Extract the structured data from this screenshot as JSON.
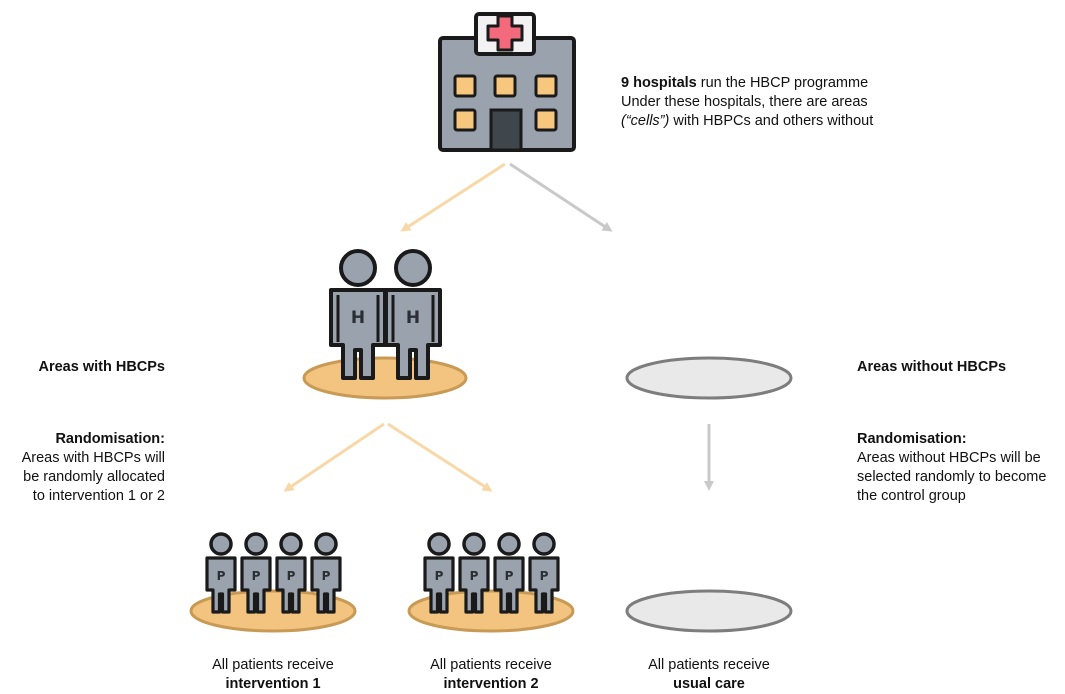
{
  "hospital": {
    "count_label": "9 hospitals",
    "line1_rest": " run the HBCP programme",
    "line2": "Under these hospitals, there are areas",
    "line3_italic": "(“cells”)",
    "line3_rest": " with HBPCs and others without"
  },
  "left": {
    "heading": "Areas with HBCPs",
    "randomisation_title": "Randomisation:",
    "randomisation_lines": [
      "Areas with HBCPs will",
      "be randomly allocated",
      "to intervention 1 or 2"
    ]
  },
  "right": {
    "heading": "Areas without HBCPs",
    "randomisation_title": "Randomisation:",
    "randomisation_lines": [
      "Areas without HBCPs will be",
      "selected randomly to become",
      "the control group"
    ]
  },
  "figure_letters": {
    "hbcp": "H",
    "patient": "P"
  },
  "outcomes": [
    {
      "line1": "All patients receive",
      "line2": "intervention 1"
    },
    {
      "line1": "All patients receive",
      "line2": "intervention 2"
    },
    {
      "line1": "All patients receive",
      "line2": "usual care"
    }
  ],
  "colors": {
    "outline": "#1a1a1a",
    "figure_fill": "#9aa3ad",
    "platform_fill": "#f2c47f",
    "platform_stroke": "#c99a56",
    "empty_platform_fill": "#e9e9e9",
    "empty_platform_stroke": "#7d7d7d",
    "arrow_orange": "#f8d8a6",
    "arrow_gray": "#c9c9c9",
    "building_fill": "#9aa3ad",
    "window_fill": "#f7c77d",
    "cross_fill": "#f26a7b",
    "sign_fill": "#f2f2f2",
    "door_fill": "#3f464c"
  }
}
